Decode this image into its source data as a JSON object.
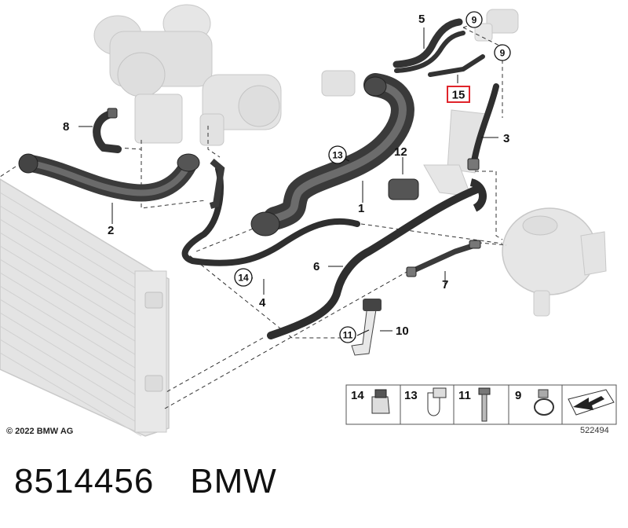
{
  "diagram": {
    "callouts": {
      "p1": "1",
      "p2": "2",
      "p3": "3",
      "p4": "4",
      "p5": "5",
      "p6": "6",
      "p7": "7",
      "p8": "8",
      "p10": "10",
      "p12": "12"
    },
    "circled_callouts": {
      "c9a": "9",
      "c9b": "9",
      "c13": "13",
      "c14": "14",
      "c11": "11"
    },
    "highlighted_callout": "15",
    "legend": [
      {
        "num": "14",
        "icon": "hose-clamp-icon"
      },
      {
        "num": "13",
        "icon": "hose-clip-icon"
      },
      {
        "num": "11",
        "icon": "bolt-icon"
      },
      {
        "num": "9",
        "icon": "spring-clamp-icon"
      },
      {
        "num": "",
        "icon": "arrow-sheet-icon"
      }
    ],
    "copyright": "© 2022 BMW AG",
    "diagram_number": "522494",
    "highlight_color": "#e0242b"
  },
  "footer": {
    "part_number": "8514456",
    "brand": "BMW"
  }
}
